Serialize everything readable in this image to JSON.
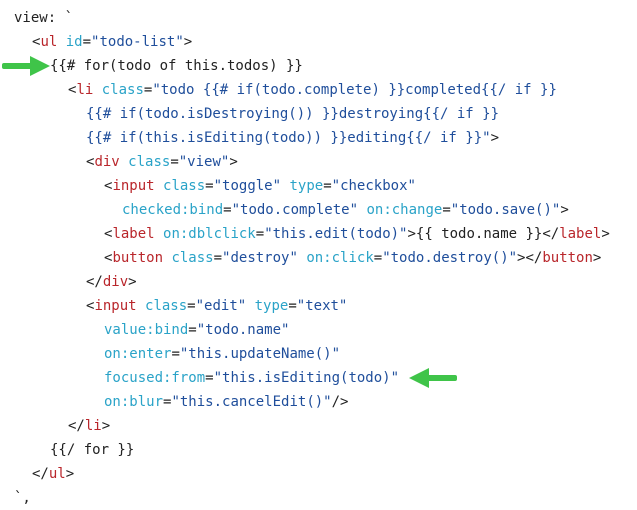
{
  "colors": {
    "tag": "#b9262b",
    "attr": "#2aa3c8",
    "string": "#1f4e9b",
    "text": "#222222",
    "arrow": "#3fc449"
  },
  "icons": [
    "arrow-right-icon"
  ],
  "code_lines": [
    {
      "indent": 0,
      "tokens": [
        {
          "c": "plain",
          "t": "view: `"
        }
      ]
    },
    {
      "indent": 1,
      "tokens": [
        {
          "c": "plain",
          "t": "<"
        },
        {
          "c": "tag",
          "t": "ul"
        },
        {
          "c": "attr",
          "t": " id"
        },
        {
          "c": "plain",
          "t": "="
        },
        {
          "c": "str",
          "t": "\"todo-list\""
        },
        {
          "c": "plain",
          "t": ">"
        }
      ]
    },
    {
      "indent": 2,
      "arrow": true,
      "tokens": [
        {
          "c": "plain",
          "t": "{{# for(todo of this.todos) }}"
        }
      ]
    },
    {
      "indent": 3,
      "tokens": [
        {
          "c": "plain",
          "t": "<"
        },
        {
          "c": "tag",
          "t": "li"
        },
        {
          "c": "attr",
          "t": " class"
        },
        {
          "c": "plain",
          "t": "="
        },
        {
          "c": "str",
          "t": "\"todo {{# if(todo.complete) }}completed{{/ if }}"
        }
      ]
    },
    {
      "indent": 4,
      "tokens": [
        {
          "c": "str",
          "t": "{{# if(todo.isDestroying()) }}destroying{{/ if }}"
        }
      ]
    },
    {
      "indent": 4,
      "tokens": [
        {
          "c": "str",
          "t": "{{# if(this.isEditing(todo)) }}editing{{/ if }}\""
        },
        {
          "c": "plain",
          "t": ">"
        }
      ]
    },
    {
      "indent": 4,
      "tokens": [
        {
          "c": "plain",
          "t": "<"
        },
        {
          "c": "tag",
          "t": "div"
        },
        {
          "c": "attr",
          "t": " class"
        },
        {
          "c": "plain",
          "t": "="
        },
        {
          "c": "str",
          "t": "\"view\""
        },
        {
          "c": "plain",
          "t": ">"
        }
      ]
    },
    {
      "indent": 5,
      "tokens": [
        {
          "c": "plain",
          "t": "<"
        },
        {
          "c": "tag",
          "t": "input"
        },
        {
          "c": "attr",
          "t": " class"
        },
        {
          "c": "plain",
          "t": "="
        },
        {
          "c": "str",
          "t": "\"toggle\""
        },
        {
          "c": "attr",
          "t": " type"
        },
        {
          "c": "plain",
          "t": "="
        },
        {
          "c": "str",
          "t": "\"checkbox\""
        }
      ]
    },
    {
      "indent": 6,
      "tokens": [
        {
          "c": "attr",
          "t": "checked:bind"
        },
        {
          "c": "plain",
          "t": "="
        },
        {
          "c": "str",
          "t": "\"todo.complete\""
        },
        {
          "c": "attr",
          "t": " on:change"
        },
        {
          "c": "plain",
          "t": "="
        },
        {
          "c": "str",
          "t": "\"todo.save()\""
        },
        {
          "c": "plain",
          "t": ">"
        }
      ]
    },
    {
      "indent": 5,
      "tokens": [
        {
          "c": "plain",
          "t": "<"
        },
        {
          "c": "tag",
          "t": "label"
        },
        {
          "c": "attr",
          "t": " on:dblclick"
        },
        {
          "c": "plain",
          "t": "="
        },
        {
          "c": "str",
          "t": "\"this.edit(todo)\""
        },
        {
          "c": "plain",
          "t": ">{{ todo.name }}</"
        },
        {
          "c": "tag",
          "t": "label"
        },
        {
          "c": "plain",
          "t": ">"
        }
      ]
    },
    {
      "indent": 5,
      "tokens": [
        {
          "c": "plain",
          "t": "<"
        },
        {
          "c": "tag",
          "t": "button"
        },
        {
          "c": "attr",
          "t": " class"
        },
        {
          "c": "plain",
          "t": "="
        },
        {
          "c": "str",
          "t": "\"destroy\""
        },
        {
          "c": "attr",
          "t": " on:click"
        },
        {
          "c": "plain",
          "t": "="
        },
        {
          "c": "str",
          "t": "\"todo.destroy()\""
        },
        {
          "c": "plain",
          "t": "></"
        },
        {
          "c": "tag",
          "t": "button"
        },
        {
          "c": "plain",
          "t": ">"
        }
      ]
    },
    {
      "indent": 4,
      "tokens": [
        {
          "c": "plain",
          "t": "</"
        },
        {
          "c": "tag",
          "t": "div"
        },
        {
          "c": "plain",
          "t": ">"
        }
      ]
    },
    {
      "indent": 4,
      "tokens": [
        {
          "c": "plain",
          "t": "<"
        },
        {
          "c": "tag",
          "t": "input"
        },
        {
          "c": "attr",
          "t": " class"
        },
        {
          "c": "plain",
          "t": "="
        },
        {
          "c": "str",
          "t": "\"edit\""
        },
        {
          "c": "attr",
          "t": " type"
        },
        {
          "c": "plain",
          "t": "="
        },
        {
          "c": "str",
          "t": "\"text\""
        }
      ]
    },
    {
      "indent": 5,
      "tokens": [
        {
          "c": "attr",
          "t": "value:bind"
        },
        {
          "c": "plain",
          "t": "="
        },
        {
          "c": "str",
          "t": "\"todo.name\""
        }
      ]
    },
    {
      "indent": 5,
      "tokens": [
        {
          "c": "attr",
          "t": "on:enter"
        },
        {
          "c": "plain",
          "t": "="
        },
        {
          "c": "str",
          "t": "\"this.updateName()\""
        }
      ]
    },
    {
      "indent": 5,
      "arrow": true,
      "tokens": [
        {
          "c": "attr",
          "t": "focused:from"
        },
        {
          "c": "plain",
          "t": "="
        },
        {
          "c": "str",
          "t": "\"this.isEditing(todo)\""
        }
      ]
    },
    {
      "indent": 5,
      "tokens": [
        {
          "c": "attr",
          "t": "on:blur"
        },
        {
          "c": "plain",
          "t": "="
        },
        {
          "c": "str",
          "t": "\"this.cancelEdit()\""
        },
        {
          "c": "plain",
          "t": "/>"
        }
      ]
    },
    {
      "indent": 3,
      "tokens": [
        {
          "c": "plain",
          "t": "</"
        },
        {
          "c": "tag",
          "t": "li"
        },
        {
          "c": "plain",
          "t": ">"
        }
      ]
    },
    {
      "indent": 2,
      "tokens": [
        {
          "c": "plain",
          "t": "{{/ for }}"
        }
      ]
    },
    {
      "indent": 1,
      "tokens": [
        {
          "c": "plain",
          "t": "</"
        },
        {
          "c": "tag",
          "t": "ul"
        },
        {
          "c": "plain",
          "t": ">"
        }
      ]
    },
    {
      "indent": 0,
      "tokens": [
        {
          "c": "plain",
          "t": "`,"
        }
      ]
    }
  ]
}
